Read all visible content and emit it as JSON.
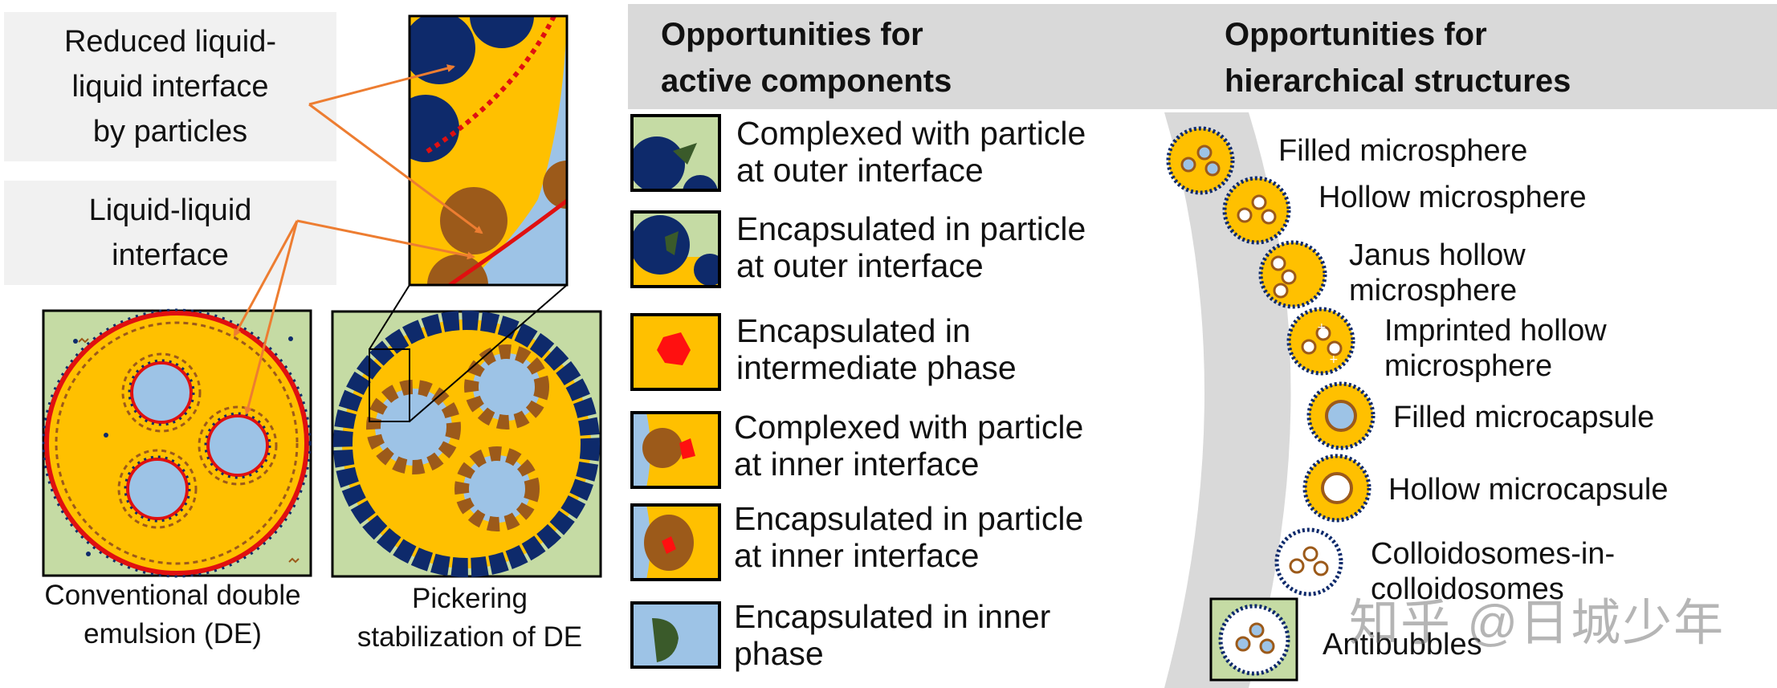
{
  "callouts": {
    "reduced_interface": "Reduced liquid-\nliquid interface\nby particles",
    "liquid_interface": "Liquid-liquid\ninterface"
  },
  "captions": {
    "conventional": "Conventional double\nemulsion (DE)",
    "pickering": "Pickering\nstabilization of DE"
  },
  "headings": {
    "active": "Opportunities for\nactive components",
    "hierarchical": "Opportunities for\nhierarchical structures"
  },
  "active_components": [
    "Complexed with particle\nat outer interface",
    "Encapsulated in particle\nat outer interface",
    "Encapsulated in\nintermediate phase",
    "Complexed with particle\nat inner interface",
    "Encapsulated in particle\nat inner interface",
    "Encapsulated in inner\nphase"
  ],
  "hierarchical_structures": [
    "Filled microsphere",
    "Hollow microsphere",
    "Janus hollow\n               microsphere",
    "Imprinted hollow\n           microsphere",
    "Filled microcapsule",
    "Hollow microcapsule",
    "Colloidosomes-in-\n   colloidosomes",
    "Antibubbles"
  ],
  "watermark": "知乎 @日城少年",
  "colors": {
    "outer_phase": "#c5dba4",
    "intermediate_phase": "#ffc000",
    "inner_phase": "#9dc3e6",
    "outer_particle": "#0e2a6b",
    "inner_particle": "#9c5a1a",
    "interface": "#e01010",
    "active_agent_red": "#ff1010",
    "active_agent_green": "#3a5a2a",
    "arrow": "#ed7d31",
    "band": "#d9d9d9"
  }
}
